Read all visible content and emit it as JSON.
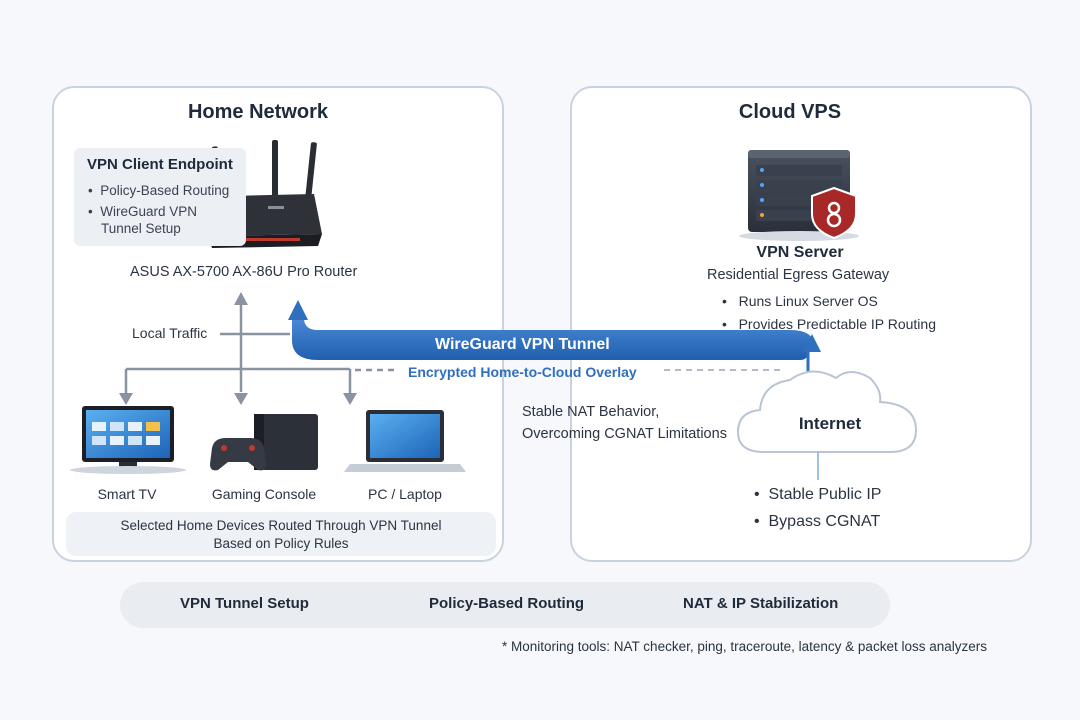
{
  "home": {
    "title": "Home Network",
    "callout": {
      "heading": "VPN Client Endpoint",
      "bullets": [
        "Policy-Based Routing",
        "WireGuard VPN",
        "Tunnel Setup"
      ]
    },
    "router_label": "ASUS AX-5700 AX-86U Pro Router",
    "local_traffic": "Local Traffic",
    "devices": [
      "Smart TV",
      "Gaming Console",
      "PC / Laptop"
    ],
    "note_line1": "Selected Home Devices Routed Through VPN Tunnel",
    "note_line2": "Based on Policy Rules"
  },
  "cloud": {
    "title": "Cloud VPS",
    "server_title": "VPN Server",
    "server_subtitle": "Residential Egress Gateway",
    "server_bullets": [
      "Runs Linux Server OS",
      "Provides Predictable IP Routing"
    ],
    "internet_label": "Internet",
    "internet_bullets": [
      "Stable Public IP",
      "Bypass CGNAT"
    ]
  },
  "tunnel": {
    "label": "WireGuard VPN Tunnel",
    "overlay_label": "Encrypted Home-to-Cloud Overlay",
    "nat_line1": "Stable NAT Behavior,",
    "nat_line2": "Overcoming CGNAT Limitations",
    "color": "#2f6fbe"
  },
  "legend": {
    "items": [
      "VPN Tunnel Setup",
      "Policy-Based Routing",
      "NAT & IP Stabilization"
    ]
  },
  "footnote": "* Monitoring tools: NAT checker, ping, traceroute, latency & packet loss analyzers"
}
